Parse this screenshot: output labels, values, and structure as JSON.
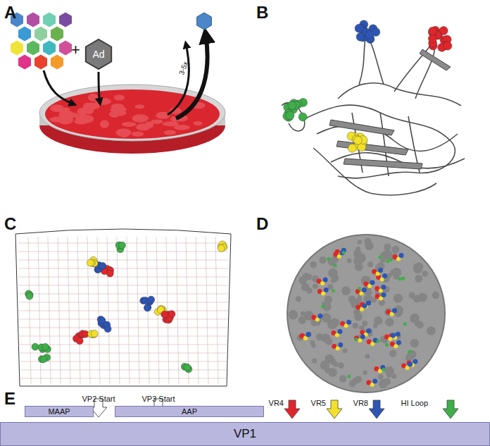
{
  "diagram": {
    "nodes": [
      {
        "text": [
          "Ad"
        ]
      },
      {
        "text": [
          "MAAP"
        ]
      },
      {
        "text": [
          "AAP"
        ]
      },
      {
        "text": [
          "VP1"
        ]
      }
    ],
    "labels": [
      "A",
      "3-5x",
      "B",
      "C",
      "D",
      "E",
      "VP2 Start",
      "VP3 Start",
      "VR4",
      "VR5",
      "VR8",
      "HI Loop"
    ]
  }
}
